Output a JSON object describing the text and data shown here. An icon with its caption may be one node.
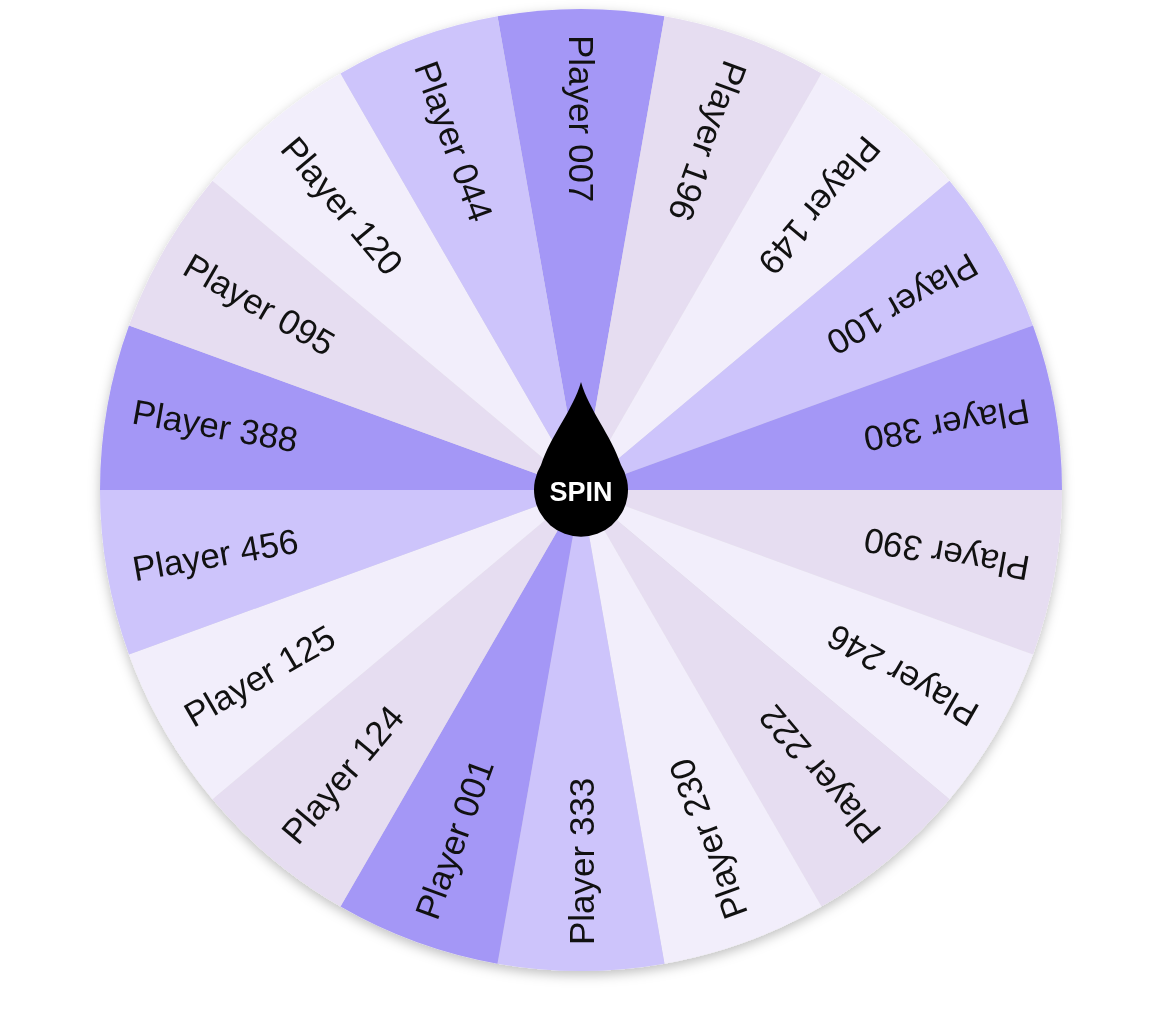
{
  "diagram": {
    "nodes": [
      {
        "text": [
          "Player 007"
        ]
      },
      {
        "text": [
          "Player 196"
        ]
      },
      {
        "text": [
          "Player 149"
        ]
      },
      {
        "text": [
          "Player 100"
        ]
      },
      {
        "text": [
          "Player 380"
        ]
      },
      {
        "text": [
          "Player 390"
        ]
      },
      {
        "text": [
          "Player 246"
        ]
      },
      {
        "text": [
          "Player 222"
        ]
      },
      {
        "text": [
          "Player 230"
        ]
      },
      {
        "text": [
          "Player 333"
        ]
      },
      {
        "text": [
          "Player 001"
        ]
      },
      {
        "text": [
          "Player 124"
        ]
      },
      {
        "text": [
          "Player 125"
        ]
      },
      {
        "text": [
          "Player 456"
        ]
      },
      {
        "text": [
          "Player 388"
        ]
      },
      {
        "text": [
          "Player 095"
        ]
      },
      {
        "text": [
          "Player 120"
        ]
      },
      {
        "text": [
          "Player 044"
        ]
      },
      {
        "text": [
          "SPIN"
        ]
      }
    ],
    "edges": []
  }
}
